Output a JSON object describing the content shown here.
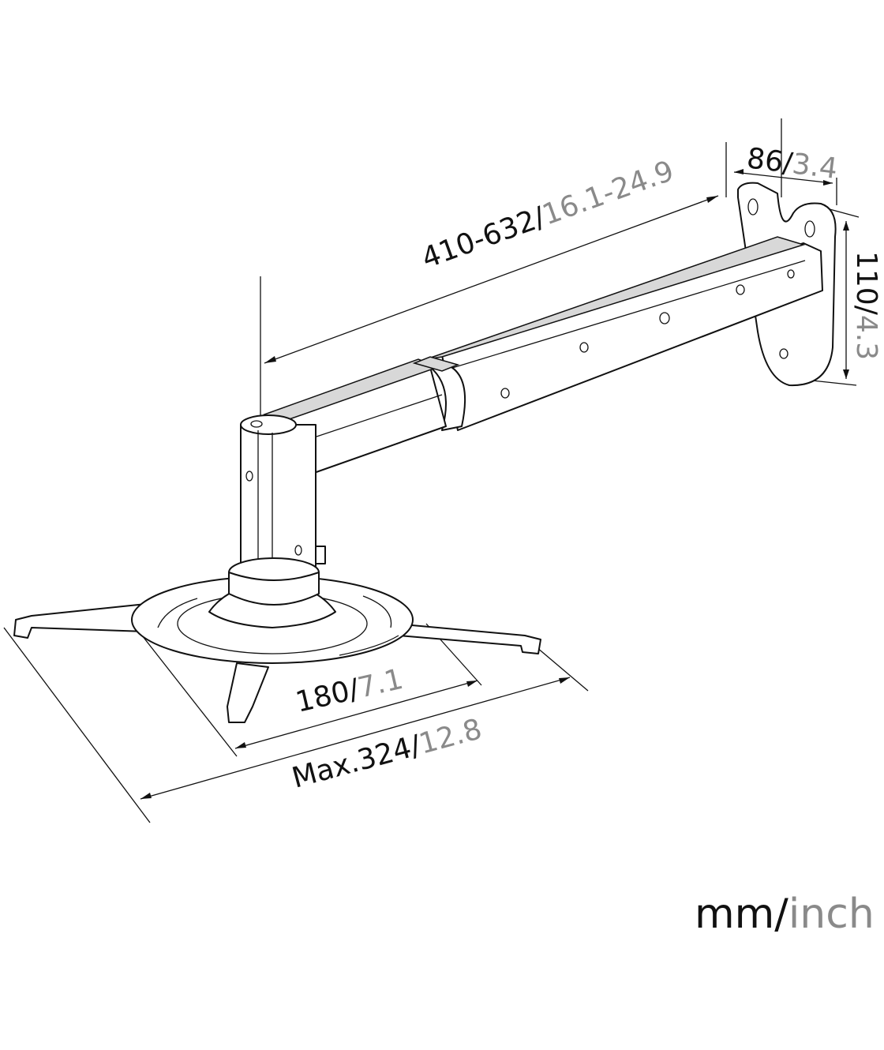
{
  "dimensions": {
    "arm_length": {
      "mm": "410-632/",
      "inch": "16.1-24.9"
    },
    "wall_plate_depth": {
      "mm": "86/",
      "inch": "3.4"
    },
    "wall_plate_height": {
      "mm": "110/",
      "inch": "4.3"
    },
    "plate_diameter": {
      "mm": "180/",
      "inch": "7.1"
    },
    "max_span": {
      "mm": "Max.324/",
      "inch": "12.8"
    }
  },
  "units": {
    "primary": "mm/",
    "secondary": "inch"
  },
  "colors": {
    "primary_text": "#111111",
    "secondary_text": "#8a8a8a"
  }
}
